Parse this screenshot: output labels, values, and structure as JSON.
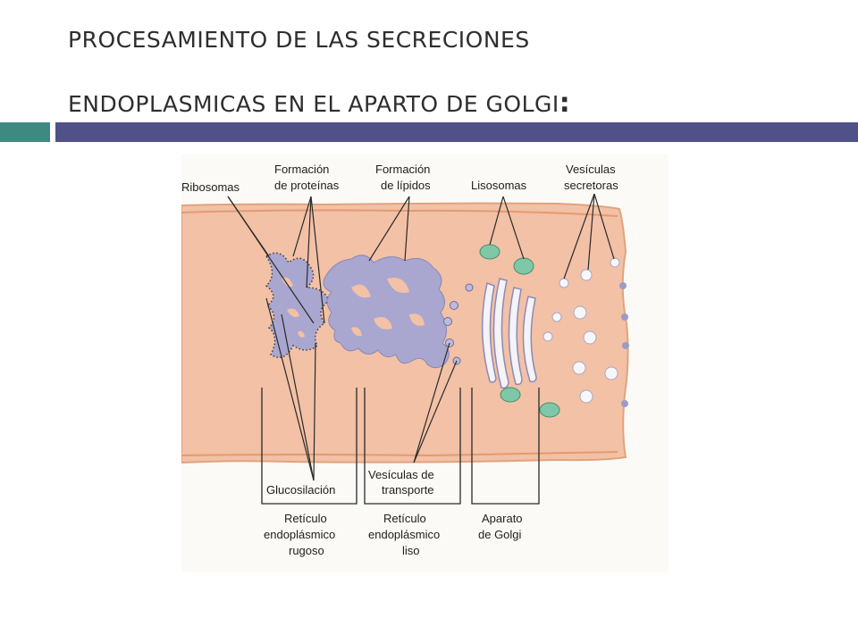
{
  "slide": {
    "title_line1": "PROCESAMIENTO DE LAS SECRECIONES",
    "title_line2": "ENDOPLASMICAS EN EL APARTO DE GOLGI",
    "title_colon": ":"
  },
  "colors": {
    "accent_teal": "#3f8a80",
    "accent_navy": "#4f5188",
    "cytoplasm": "#f2c1a6",
    "membrane": "#e2a07c",
    "reticulum": "#a9a7cf",
    "lysosome": "#7ec7a7"
  },
  "diagram": {
    "labels": {
      "ribosomas": "Ribosomas",
      "formacion_proteinas": [
        "Formación",
        "de proteínas"
      ],
      "formacion_lipidos": [
        "Formación",
        "de lípidos"
      ],
      "lisosomas": "Lisosomas",
      "vesiculas_secretoras": [
        "Vesículas",
        "secretoras"
      ],
      "glucosilacion": "Glucosilación",
      "vesiculas_transporte": [
        "Vesículas de",
        "transporte"
      ],
      "reticulo_rugoso": [
        "Retículo",
        "endoplásmico",
        "rugoso"
      ],
      "reticulo_liso": [
        "Retículo",
        "endoplásmico",
        "liso"
      ],
      "aparato_golgi": [
        "Aparato",
        "de Golgi"
      ]
    }
  }
}
